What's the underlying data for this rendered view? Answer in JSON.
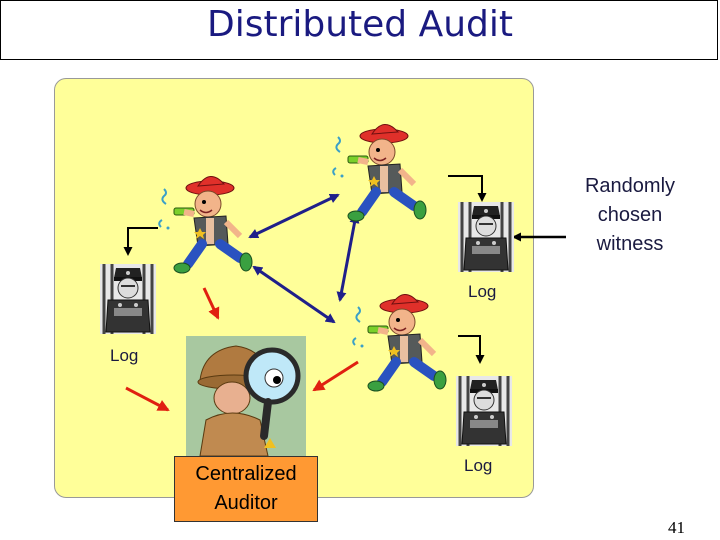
{
  "title": "Distributed Audit",
  "callout": {
    "line1": "Randomly",
    "line2": "chosen",
    "line3": "witness"
  },
  "logs": {
    "log_top": "Log",
    "log_left": "Log",
    "log_bottom": "Log"
  },
  "auditor": {
    "line1": "Centralized",
    "line2": "Auditor"
  },
  "page_number": "41",
  "colors": {
    "panel": "#ffff99",
    "title_text": "#1a1a80",
    "blue_arrow": "#1f1f8a",
    "red_arrow": "#e02010",
    "auditor_box": "#ff9933"
  },
  "icons": {
    "cowboy": "cowboy-with-water-pistol-icon",
    "police": "police-officer-icon",
    "detective": "detective-with-magnifier-icon"
  }
}
